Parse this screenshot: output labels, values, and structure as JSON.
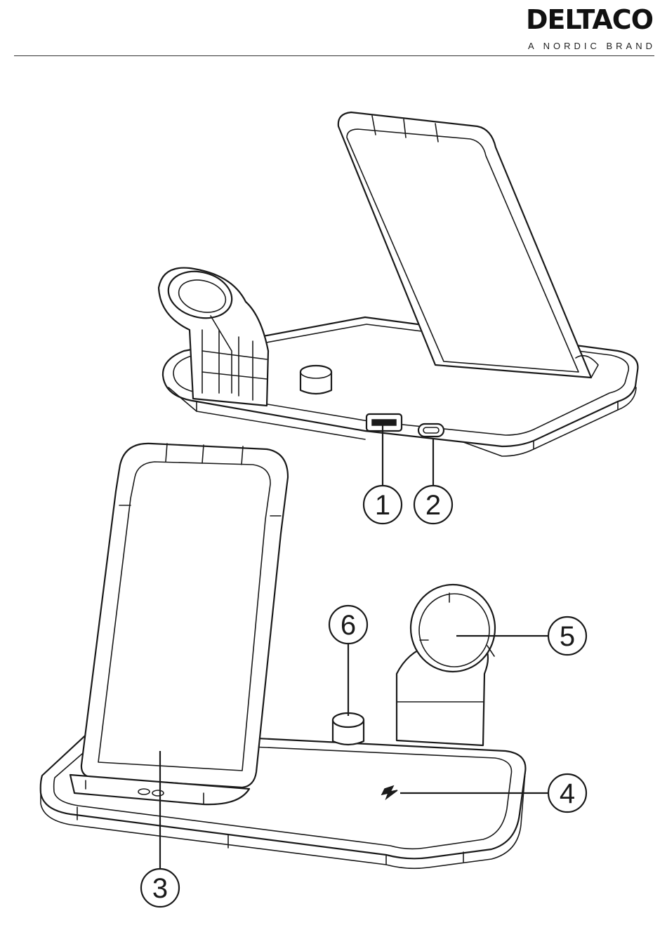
{
  "brand": {
    "name": "DELTACO",
    "tagline": "A NORDIC BRAND"
  },
  "callouts": [
    {
      "number": "1",
      "part": "usb-a-port"
    },
    {
      "number": "2",
      "part": "usb-c-port"
    },
    {
      "number": "3",
      "part": "phone-charging-stand"
    },
    {
      "number": "4",
      "part": "wireless-charging-pad"
    },
    {
      "number": "5",
      "part": "watch-charger-holder"
    },
    {
      "number": "6",
      "part": "earbud-charging-post"
    }
  ],
  "colors": {
    "line": "#1a1a1a",
    "background": "#ffffff"
  }
}
